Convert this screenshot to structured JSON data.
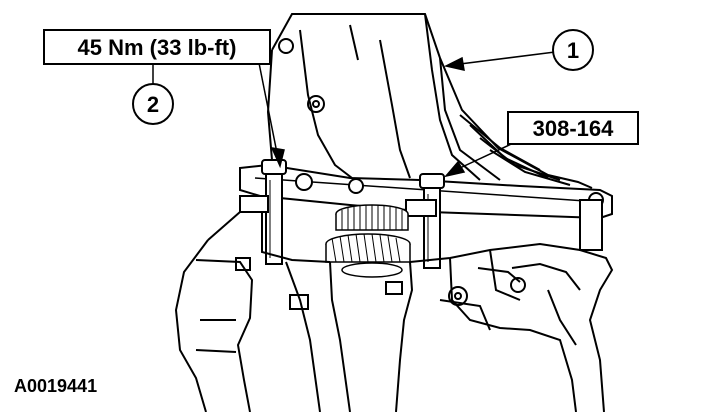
{
  "callouts": {
    "item_1": "1",
    "item_2": "2"
  },
  "labels": {
    "torque_spec": "45 Nm (33 lb-ft)",
    "tool_number": "308-164"
  },
  "figure_id": "A0019441",
  "colors": {
    "line": "#000000",
    "background": "#ffffff"
  }
}
